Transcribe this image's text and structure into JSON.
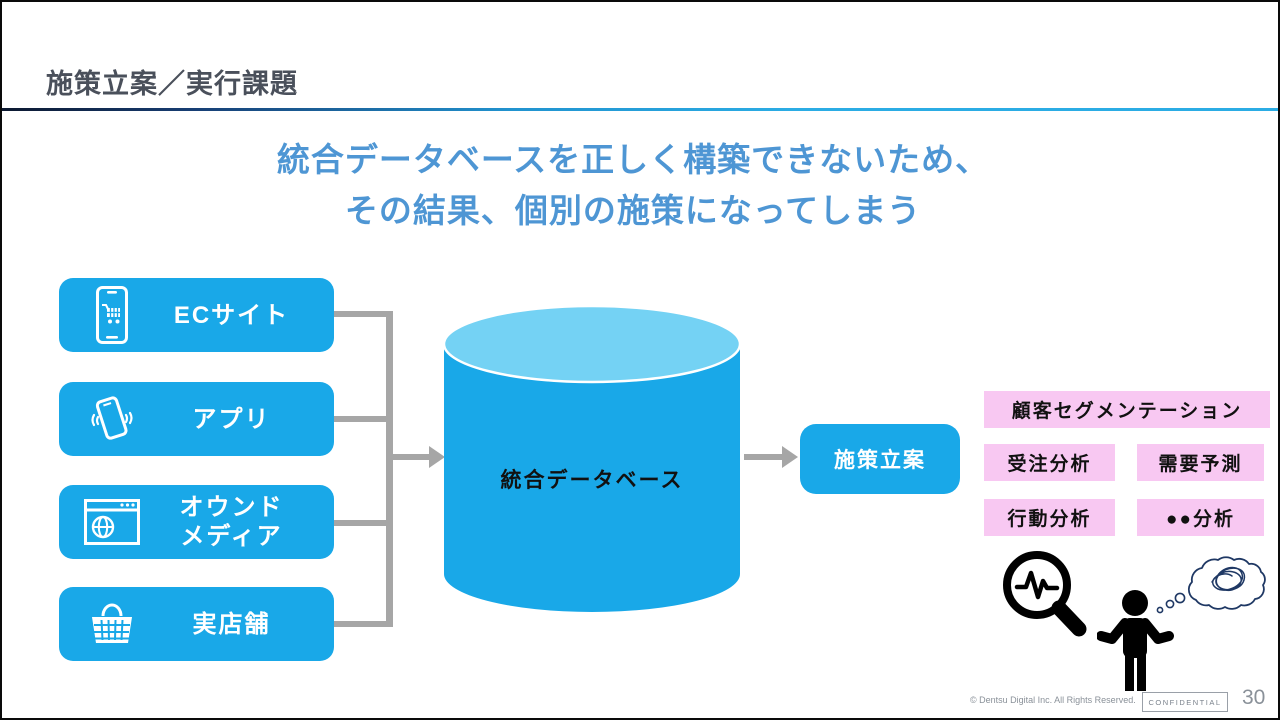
{
  "slide": {
    "title": "施策立案／実行課題",
    "page_number": "30"
  },
  "headline": {
    "line1": "統合データベースを正しく構築できないため、",
    "line2": "その結果、個別の施策になってしまう"
  },
  "sources": [
    {
      "label": "ECサイト",
      "icon": "smartphone-cart-icon"
    },
    {
      "label": "アプリ",
      "icon": "smartphone-shake-icon"
    },
    {
      "label": "オウンド\nメディア",
      "icon": "browser-globe-icon"
    },
    {
      "label": "実店舗",
      "icon": "shopping-basket-icon"
    }
  ],
  "database": {
    "label": "統合データベース"
  },
  "planning": {
    "label": "施策立案"
  },
  "analyses": {
    "segmentation": "顧客セグメンテーション",
    "order": "受注分析",
    "demand": "需要予測",
    "behavior": "行動分析",
    "other": "●●分析"
  },
  "footer": {
    "copyright": "© Dentsu Digital Inc. All Rights Reserved.",
    "confidential": "CONFIDENTIAL"
  },
  "colors": {
    "accent_blue": "#19A8E8",
    "cylinder_top": "#74D2F4",
    "headline_blue": "#4E96D4",
    "analysis_pink": "#F8C8F2",
    "connector_gray": "#A6A6A6",
    "thought_navy": "#1F3864",
    "title_gray": "#4A505B"
  }
}
